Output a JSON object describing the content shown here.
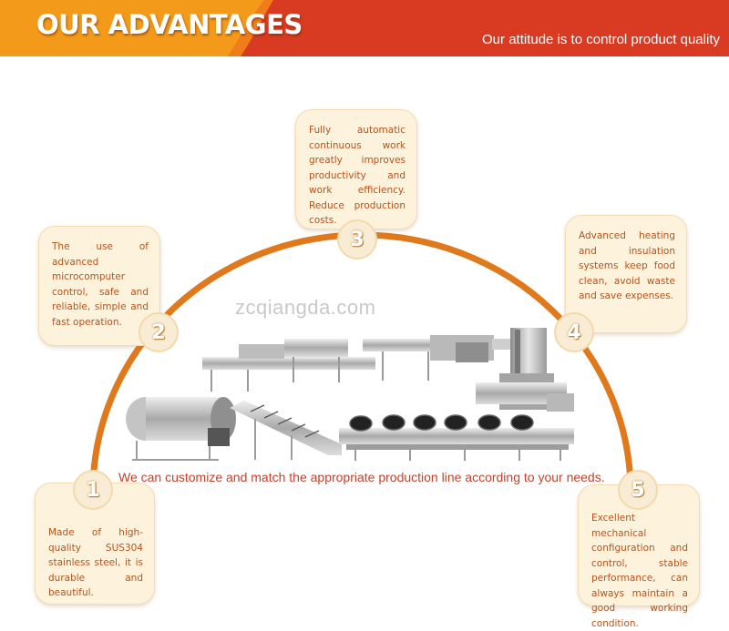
{
  "header": {
    "title": "OUR ADVANTAGES",
    "slogan": "Our attitude is to control product quality"
  },
  "watermark": "zcqiangda.com",
  "note": "We can customize and match the appropriate production line according to your needs.",
  "colors": {
    "banner_red": "#d93a22",
    "banner_orange": "#f39a1a",
    "arc": "#e0781c",
    "card_bg": "#fdf2dc",
    "card_text": "#b5541e"
  },
  "advantages": [
    {
      "number": "1",
      "text": "Made of high-quality SUS304 stainless steel, it is durable and beautiful."
    },
    {
      "number": "2",
      "text": "The use of advanced microcomputer control, safe and reliable, simple and fast operation."
    },
    {
      "number": "3",
      "text": "Fully automatic continuous work greatly improves productivity and work efficiency. Reduce production costs."
    },
    {
      "number": "4",
      "text": "Advanced heating and insulation systems keep food clean, avoid waste and save expenses."
    },
    {
      "number": "5",
      "text": "Excellent mechanical configuration and control, stable performance, can always maintain a good working condition."
    }
  ]
}
